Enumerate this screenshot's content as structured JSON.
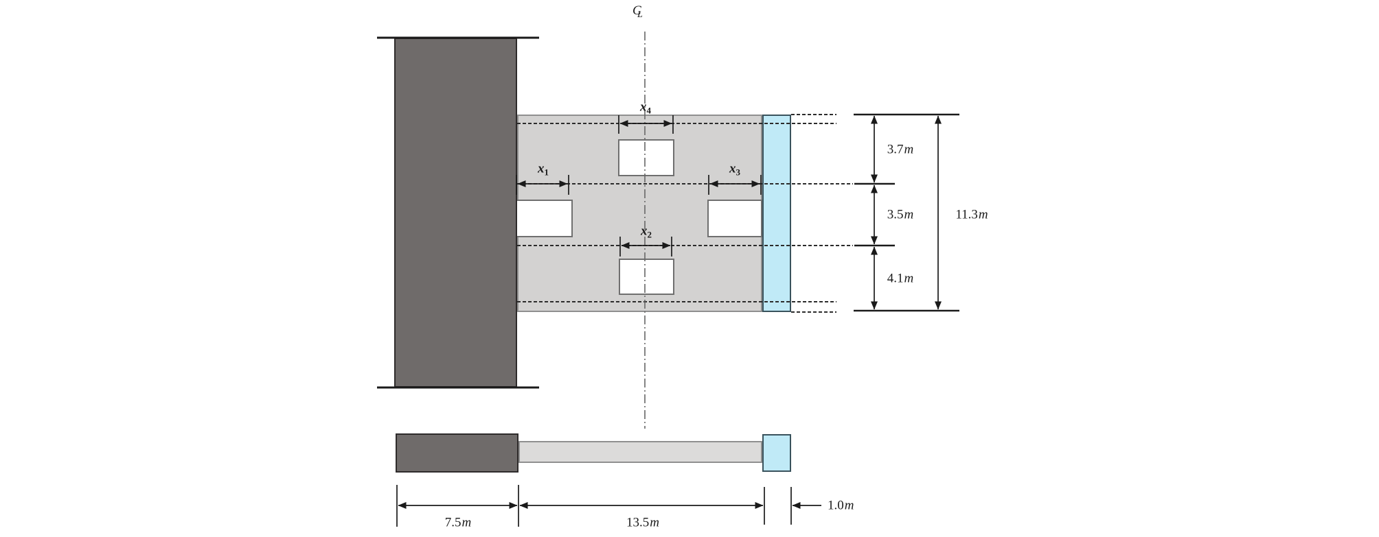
{
  "centerline": {
    "c": "C",
    "l": "L"
  },
  "plan": {
    "span_dims": {
      "x1": {
        "base": "x",
        "sub": "1"
      },
      "x2": {
        "base": "x",
        "sub": "2"
      },
      "x3": {
        "base": "x",
        "sub": "3"
      },
      "x4": {
        "base": "x",
        "sub": "4"
      }
    },
    "height_dims": {
      "seg1": {
        "value": "3.7",
        "unit": "m"
      },
      "seg2": {
        "value": "3.5",
        "unit": "m"
      },
      "seg3": {
        "value": "4.1",
        "unit": "m"
      },
      "total": {
        "value": "11.3",
        "unit": "m"
      }
    }
  },
  "elevation": {
    "width_dims": {
      "pier": {
        "value": "7.5",
        "unit": "m"
      },
      "deck": {
        "value": "13.5",
        "unit": "m"
      },
      "edge": {
        "value": "1.0",
        "unit": "m"
      }
    }
  },
  "colors": {
    "pier_fill": "#6f6b6a",
    "deck_fill": "#d3d2d1",
    "edge_strip_fill": "#c0eaf7",
    "opening_fill": "#ffffff",
    "line": "#1a1a1a"
  }
}
